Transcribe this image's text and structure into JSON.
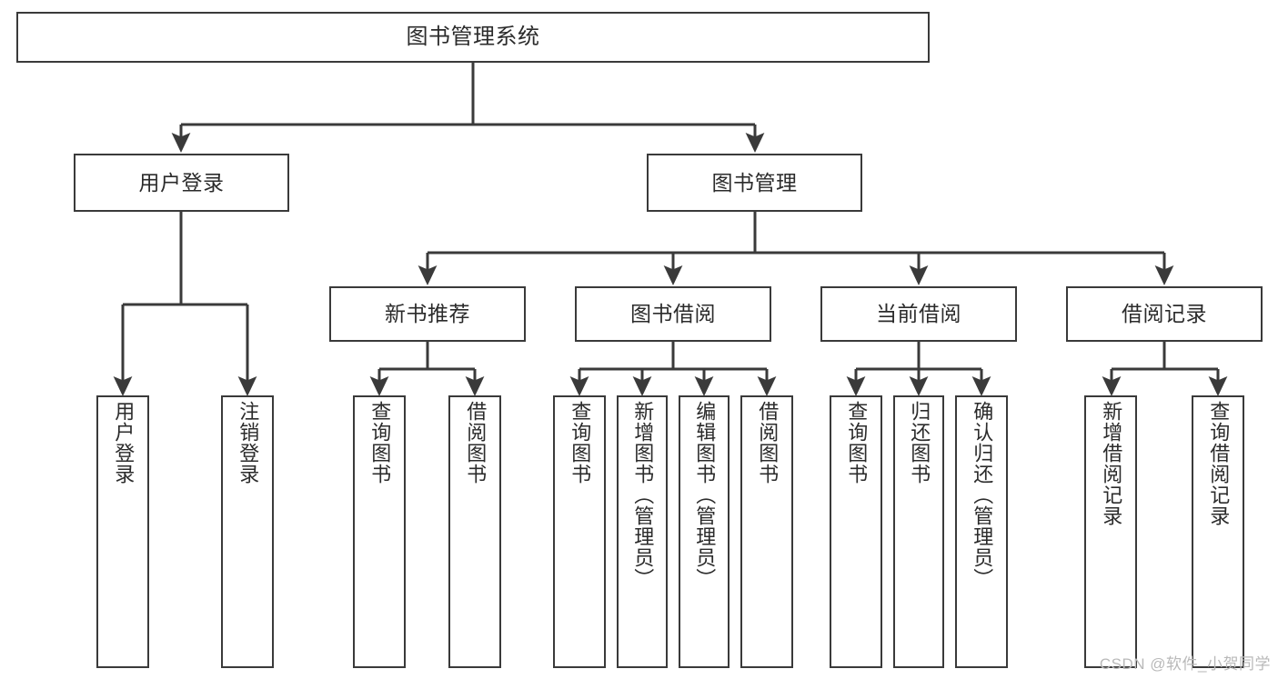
{
  "diagram": {
    "title": "图书管理系统",
    "type": "hierarchy-tree",
    "watermark": "CSDN @软件_小贺同学",
    "colors": {
      "box_border": "#3a3a3a",
      "box_fill": "#ffffff",
      "edge": "#3a3a3a",
      "text": "#2b2b2b",
      "watermark": "#b9b9b9",
      "background": "#ffffff"
    },
    "levels": {
      "level1": [
        {
          "id": "root",
          "label": "图书管理系统",
          "orientation": "horizontal"
        }
      ],
      "level2": [
        {
          "id": "user-login",
          "label": "用户登录",
          "orientation": "horizontal"
        },
        {
          "id": "book-management",
          "label": "图书管理",
          "orientation": "horizontal"
        }
      ],
      "level3": [
        {
          "id": "new-book-recommend",
          "label": "新书推荐",
          "orientation": "horizontal"
        },
        {
          "id": "book-borrow",
          "label": "图书借阅",
          "orientation": "horizontal"
        },
        {
          "id": "current-borrow",
          "label": "当前借阅",
          "orientation": "horizontal"
        },
        {
          "id": "borrow-record",
          "label": "借阅记录",
          "orientation": "horizontal"
        }
      ],
      "level4": [
        {
          "id": "leaf-user-login",
          "label": "用户登录",
          "orientation": "vertical",
          "parent": "user-login"
        },
        {
          "id": "leaf-logout-login",
          "label": "注销登录",
          "orientation": "vertical",
          "parent": "user-login"
        },
        {
          "id": "leaf-query-book-1",
          "label": "查询图书",
          "orientation": "vertical",
          "parent": "new-book-recommend"
        },
        {
          "id": "leaf-borrow-book-1",
          "label": "借阅图书",
          "orientation": "vertical",
          "parent": "new-book-recommend"
        },
        {
          "id": "leaf-query-book-2",
          "label": "查询图书",
          "orientation": "vertical",
          "parent": "book-borrow"
        },
        {
          "id": "leaf-add-book",
          "label": "新增图书（管理员）",
          "orientation": "vertical",
          "parent": "book-borrow"
        },
        {
          "id": "leaf-edit-book",
          "label": "编辑图书（管理员）",
          "orientation": "vertical",
          "parent": "book-borrow"
        },
        {
          "id": "leaf-borrow-book-2",
          "label": "借阅图书",
          "orientation": "vertical",
          "parent": "book-borrow"
        },
        {
          "id": "leaf-query-book-3",
          "label": "查询图书",
          "orientation": "vertical",
          "parent": "current-borrow"
        },
        {
          "id": "leaf-return-book",
          "label": "归还图书",
          "orientation": "vertical",
          "parent": "current-borrow"
        },
        {
          "id": "leaf-confirm-return",
          "label": "确认归还（管理员）",
          "orientation": "vertical",
          "parent": "current-borrow"
        },
        {
          "id": "leaf-add-record",
          "label": "新增借阅记录",
          "orientation": "vertical",
          "parent": "borrow-record"
        },
        {
          "id": "leaf-query-record",
          "label": "查询借阅记录",
          "orientation": "vertical",
          "parent": "borrow-record"
        }
      ]
    }
  }
}
